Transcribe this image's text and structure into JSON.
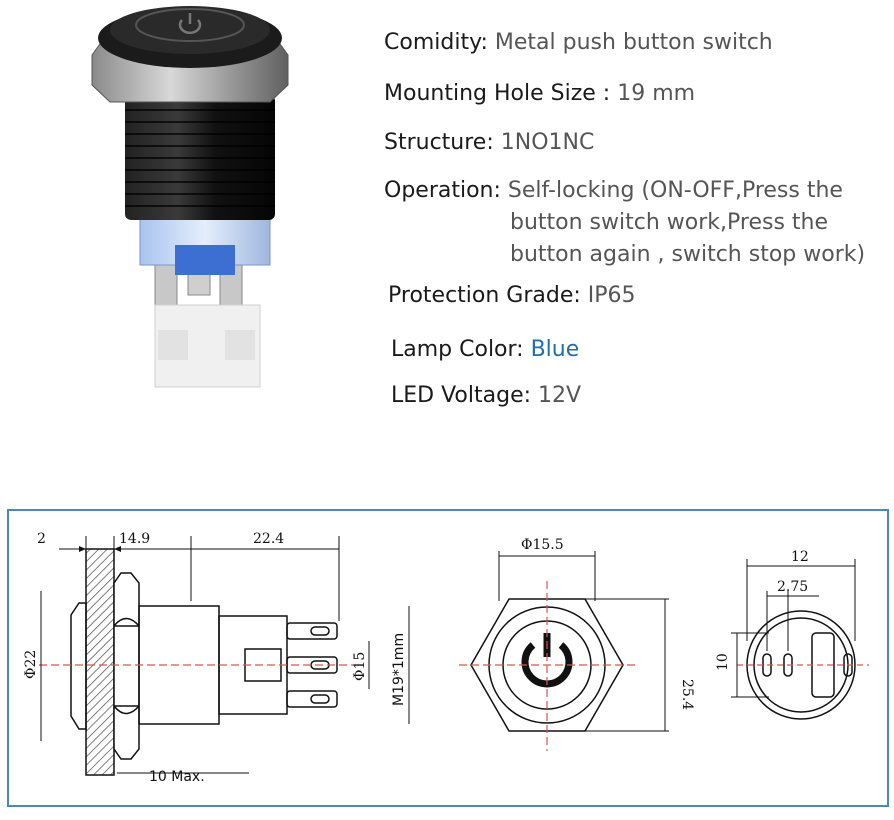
{
  "specs": {
    "comidity": {
      "label": "Comidity:",
      "value": "Metal push button switch"
    },
    "mounting": {
      "label": "Mounting",
      "label2": "Hole Size :",
      "value": "19 mm"
    },
    "structure": {
      "label": "Structure:",
      "value": "1NO1NC"
    },
    "operation": {
      "label": "Operation:",
      "line1": "Self-locking (ON-OFF,Press the",
      "line2": "button switch work,Press the",
      "line3": "button again , switch stop work)"
    },
    "protection": {
      "label": "Protection Grade:",
      "value": "IP65"
    },
    "lamp": {
      "label": "Lamp Color:",
      "value": "Blue"
    },
    "led": {
      "label": "LED Voltage:",
      "value": "12V"
    }
  },
  "drawing": {
    "side": {
      "dim_panel": "2",
      "dim_bezel": "14.9",
      "dim_body": "22.4",
      "dim_dia22": "Φ22",
      "dim_dia15": "Φ15",
      "dim_thread": "M19*1mm",
      "dim_max": "10 Max."
    },
    "front": {
      "dim_dia": "Φ15.5",
      "dim_height": "25.4"
    },
    "back": {
      "dim_width": "12",
      "dim_pin": "2.75",
      "dim_height": "10"
    }
  },
  "colors": {
    "frame": "#4d87b3",
    "lamp_blue": "#1e6fb0",
    "centerline": "#d9534f"
  }
}
